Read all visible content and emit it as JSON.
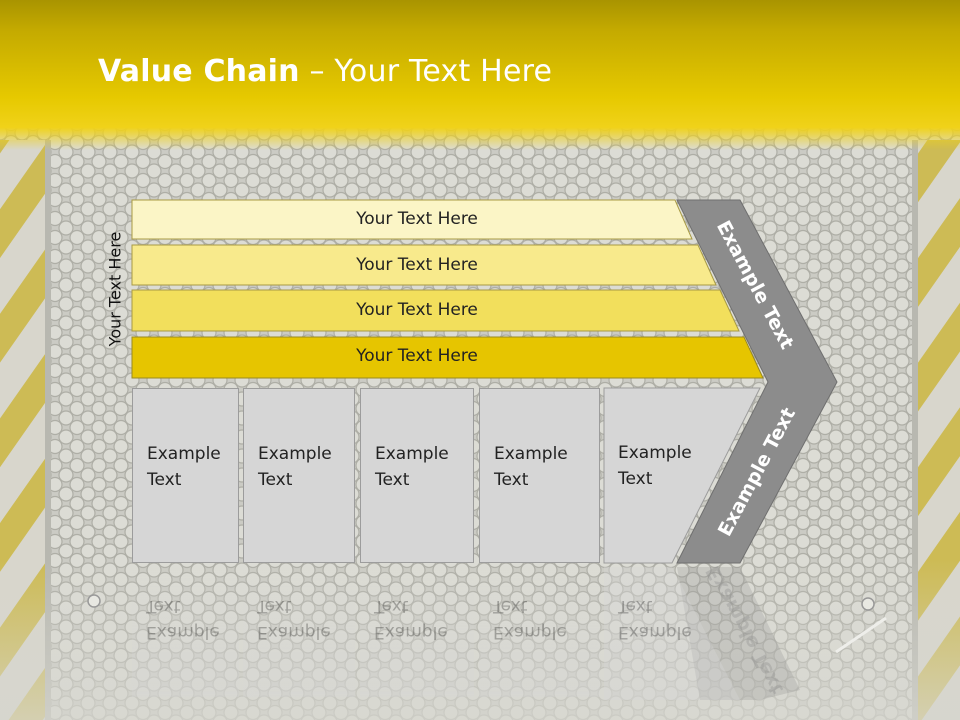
{
  "slide": {
    "title_bold": "Value Chain",
    "title_rest": " – Your Text Here",
    "side_label": "Your Text Here",
    "bars": [
      {
        "label": "Your Text Here",
        "color": "#fbf5c6"
      },
      {
        "label": "Your Text Here",
        "color": "#f8ea8c"
      },
      {
        "label": "Your Text Here",
        "color": "#f2df5c"
      },
      {
        "label": "Your Text Here",
        "color": "#e6c500"
      }
    ],
    "boxes": [
      {
        "line1": "Example",
        "line2": "Text"
      },
      {
        "line1": "Example",
        "line2": "Text"
      },
      {
        "line1": "Example",
        "line2": "Text"
      },
      {
        "line1": "Example",
        "line2": "Text"
      },
      {
        "line1": "Example",
        "line2": "Text"
      }
    ],
    "chevron_top_label": "Example Text",
    "chevron_bottom_label": "Example Text",
    "colors": {
      "header": "#e6c900",
      "chevron": "#8c8c8c",
      "box": "#d6d6d6"
    }
  }
}
